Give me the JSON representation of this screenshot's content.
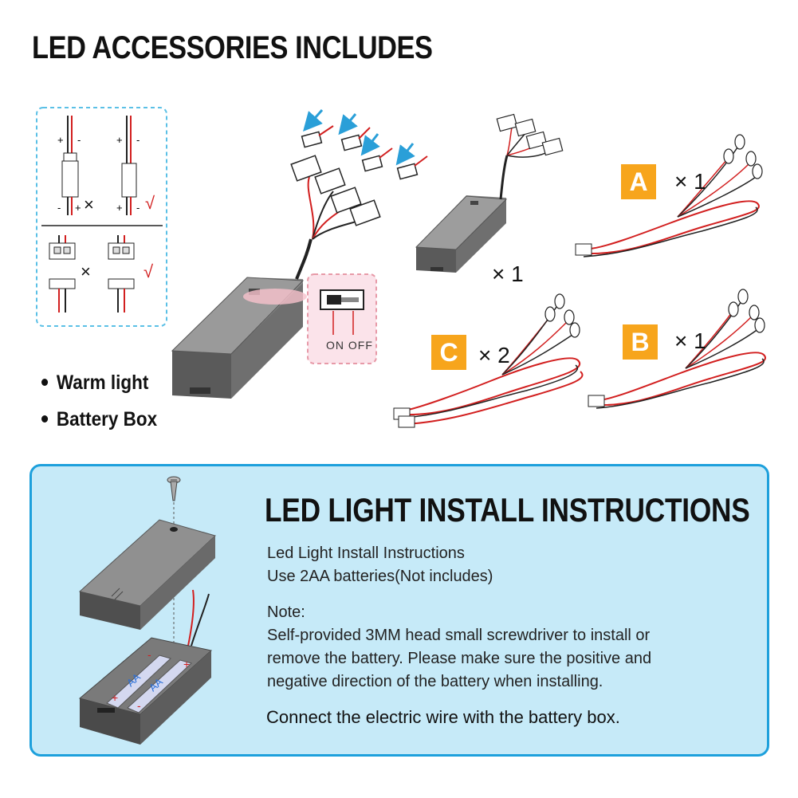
{
  "header": {
    "title": "LED ACCESSORIES INCLUDES"
  },
  "features": [
    "Warm light",
    "Battery Box"
  ],
  "switch_labels": "ON OFF",
  "kits": [
    {
      "tag": "A",
      "qty": "× 1"
    },
    {
      "tag": "B",
      "qty": "× 1"
    },
    {
      "tag": "C",
      "qty": "× 2"
    }
  ],
  "battery_box_qty": "× 1",
  "wiring_marks": {
    "correct": "√",
    "wrong": "×"
  },
  "install": {
    "title": "LED LIGHT INSTALL INSTRUCTIONS",
    "lines": [
      "Led Light Install Instructions",
      "Use 2AA batteries(Not includes)"
    ],
    "note_label": "Note:",
    "note_lines": [
      "Self-provided 3MM head small screwdriver to install or",
      "remove the battery. Please make sure the positive and",
      "negative direction of the battery when installing."
    ],
    "connect": "Connect the electric wire with the battery box.",
    "battery_label": "AA"
  },
  "colors": {
    "accent": "#f7a51c",
    "panel_bg": "#c6eaf8",
    "panel_border": "#1da0dc",
    "wire_red": "#d21f1f",
    "arrow_blue": "#2a9fd8"
  }
}
